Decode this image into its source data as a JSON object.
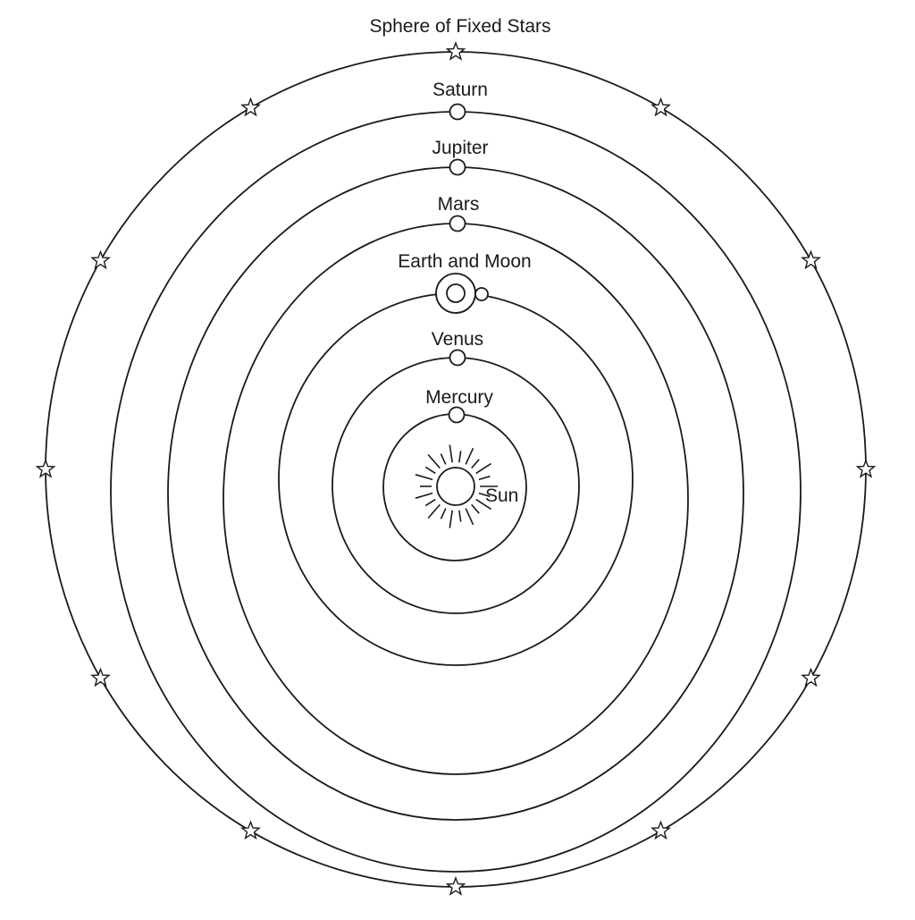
{
  "diagram": {
    "colors": {
      "line": "#1a1a1a",
      "background": "#ffffff"
    },
    "sphere_of_fixed_stars": {
      "label": "Sphere of Fixed Stars",
      "icon": "star-icon",
      "star_count": 12
    },
    "sun": {
      "label": "Sun",
      "icon": "sun-icon"
    },
    "bodies": [
      {
        "id": "mercury",
        "label": "Mercury",
        "icon": "planet-icon"
      },
      {
        "id": "venus",
        "label": "Venus",
        "icon": "planet-icon"
      },
      {
        "id": "earth",
        "label": "Earth and Moon",
        "icon": "earth-moon-icon"
      },
      {
        "id": "mars",
        "label": "Mars",
        "icon": "planet-icon"
      },
      {
        "id": "jupiter",
        "label": "Jupiter",
        "icon": "planet-icon"
      },
      {
        "id": "saturn",
        "label": "Saturn",
        "icon": "planet-icon"
      }
    ]
  }
}
